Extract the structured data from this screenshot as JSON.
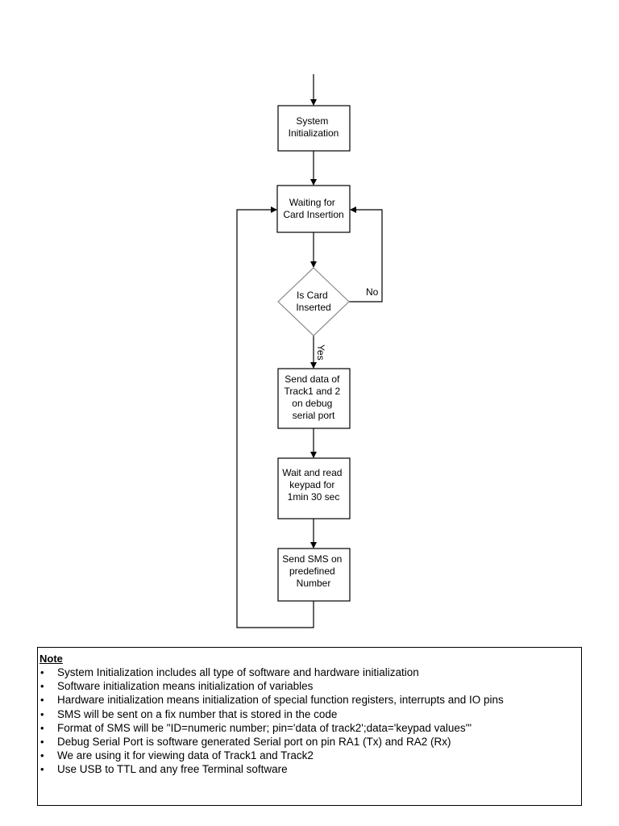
{
  "nodes": {
    "system_init": [
      "System",
      "Initialization"
    ],
    "waiting": [
      "Waiting for",
      "Card Insertion"
    ],
    "decision": [
      "Is Card",
      "Inserted"
    ],
    "send_data": [
      "Send data of",
      "Track1 and 2",
      "on debug",
      "serial port"
    ],
    "wait_read": [
      "Wait and read",
      "keypad for",
      "1min 30 sec"
    ],
    "send_sms": [
      "Send SMS on",
      "predefined",
      "Number"
    ]
  },
  "edges": {
    "no": "No",
    "yes": "Yes"
  },
  "note": {
    "title": "Note",
    "items": [
      "System Initialization includes all type of software and hardware initialization",
      "Software initialization means initialization of variables",
      "Hardware initialization means initialization of special function registers, interrupts and IO pins",
      "SMS will be sent on a fix number that is stored in the code",
      "Format of SMS will be \"ID=numeric number; pin='data of track2';data='keypad values'\"",
      "Debug Serial Port is software generated Serial port on pin RA1 (Tx) and RA2 (Rx)",
      "We are using it for viewing data of Track1 and Track2",
      "Use USB to TTL and any free Terminal software"
    ]
  }
}
